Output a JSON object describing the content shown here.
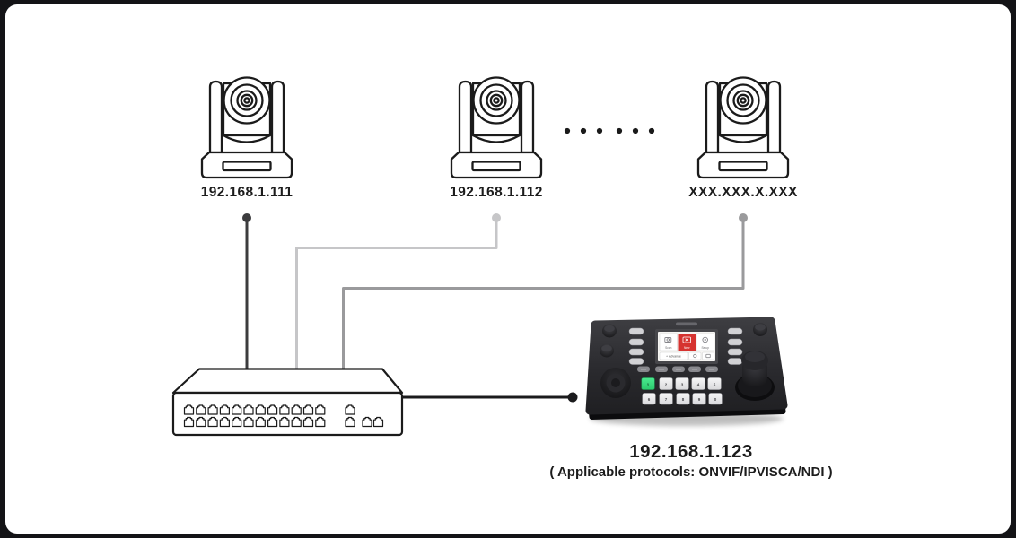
{
  "cameras": [
    {
      "label": "192.168.1.111"
    },
    {
      "label": "192.168.1.112"
    },
    {
      "label": "XXX.XXX.X.XXX"
    }
  ],
  "controller": {
    "ip": "192.168.1.123",
    "protocols": "( Applicable protocols: ONVIF/IPVISCA/NDI )",
    "screen": {
      "item_scan": "Scan",
      "item_new": "New",
      "item_setup": "Setup",
      "advance": "+ Advance"
    },
    "keypad_row_top": [
      "1",
      "2",
      "3",
      "4",
      "5"
    ],
    "keypad_row_bottom": [
      "6",
      "7",
      "8",
      "9",
      "0"
    ]
  },
  "colors": {
    "wire_cam1": "#3c3c3e",
    "wire_cam2": "#c6c6c8",
    "wire_cam3": "#9a9a9c",
    "wire_controller": "#1b1b1d",
    "stroke": "#1b1b1b",
    "accent_red": "#d63330",
    "accent_green": "#3bdb7f"
  }
}
